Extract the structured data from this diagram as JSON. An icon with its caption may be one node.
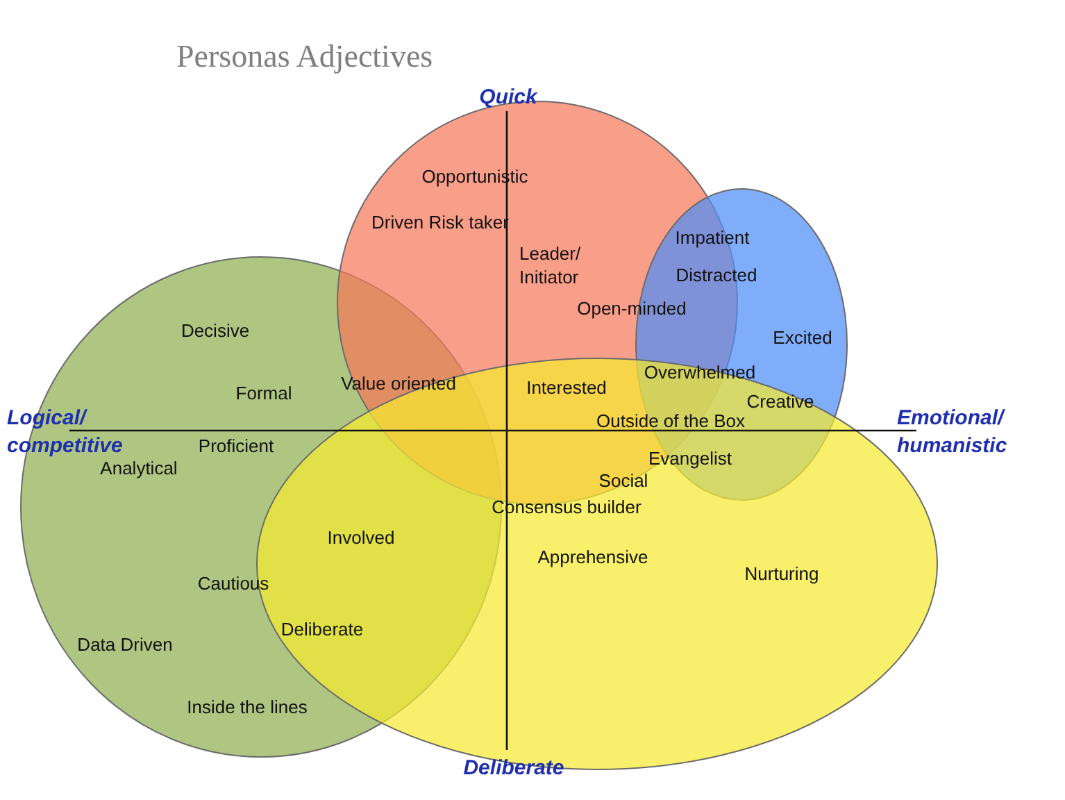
{
  "diagram": {
    "title": "Personas Adjectives",
    "nodes": [
      {
        "text": [],
        "shape": "ellipse"
      },
      {
        "text": [],
        "shape": "ellipse"
      },
      {
        "text": [],
        "shape": "ellipse"
      },
      {
        "text": [],
        "shape": "ellipse"
      }
    ],
    "labels": [
      "Quick",
      "Opportunistic",
      "Driven Risk taker",
      "Leader/ Initiator",
      "Impatient",
      "Distracted",
      "Open-minded",
      "Decisive",
      "Excited",
      "Value oriented",
      "Interested",
      "Overwhelmed",
      "Formal",
      "Creative",
      "Outside of the Box",
      "Logical/ competitive",
      "Emotional/ humanistic",
      "Proficient",
      "Evangelist",
      "Analytical",
      "Social",
      "Consensus builder",
      "Involved",
      "Apprehensive",
      "Nurturing",
      "Cautious",
      "Deliberate",
      "Data Driven",
      "Inside the lines",
      "Deliberate"
    ]
  }
}
